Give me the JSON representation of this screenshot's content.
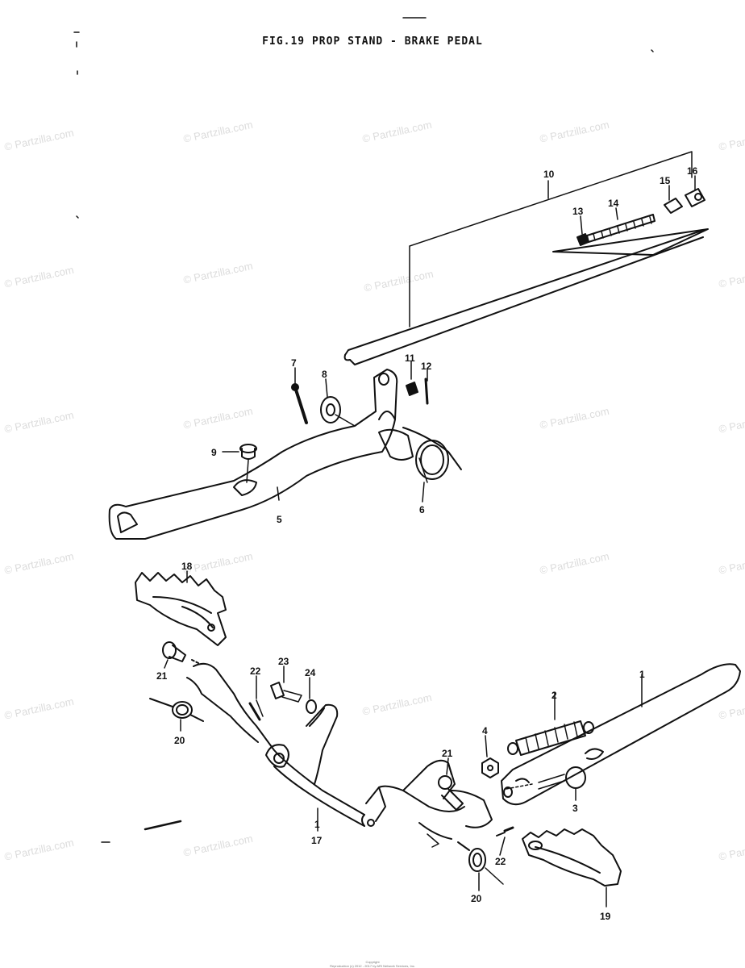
{
  "title": "FIG.19  PROP STAND - BRAKE PEDAL",
  "watermark": "© Partzilla.com",
  "callouts": {
    "c1": "1",
    "c2": "2",
    "c3": "3",
    "c4": "4",
    "c5": "5",
    "c6": "6",
    "c7": "7",
    "c8": "8",
    "c9": "9",
    "c10": "10",
    "c11": "11",
    "c12": "12",
    "c13": "13",
    "c14": "14",
    "c15": "15",
    "c16": "16",
    "c17": "17",
    "c18": "18",
    "c19": "19",
    "c20a": "20",
    "c20b": "20",
    "c21a": "21",
    "c21b": "21",
    "c22a": "22",
    "c22b": "22",
    "c23": "23",
    "c24": "24",
    "c1b": "1"
  },
  "footer": {
    "line1": "Copyright",
    "line2": "Reproduction (c) 2012 - 2017 by ARI Network Services, Inc."
  }
}
